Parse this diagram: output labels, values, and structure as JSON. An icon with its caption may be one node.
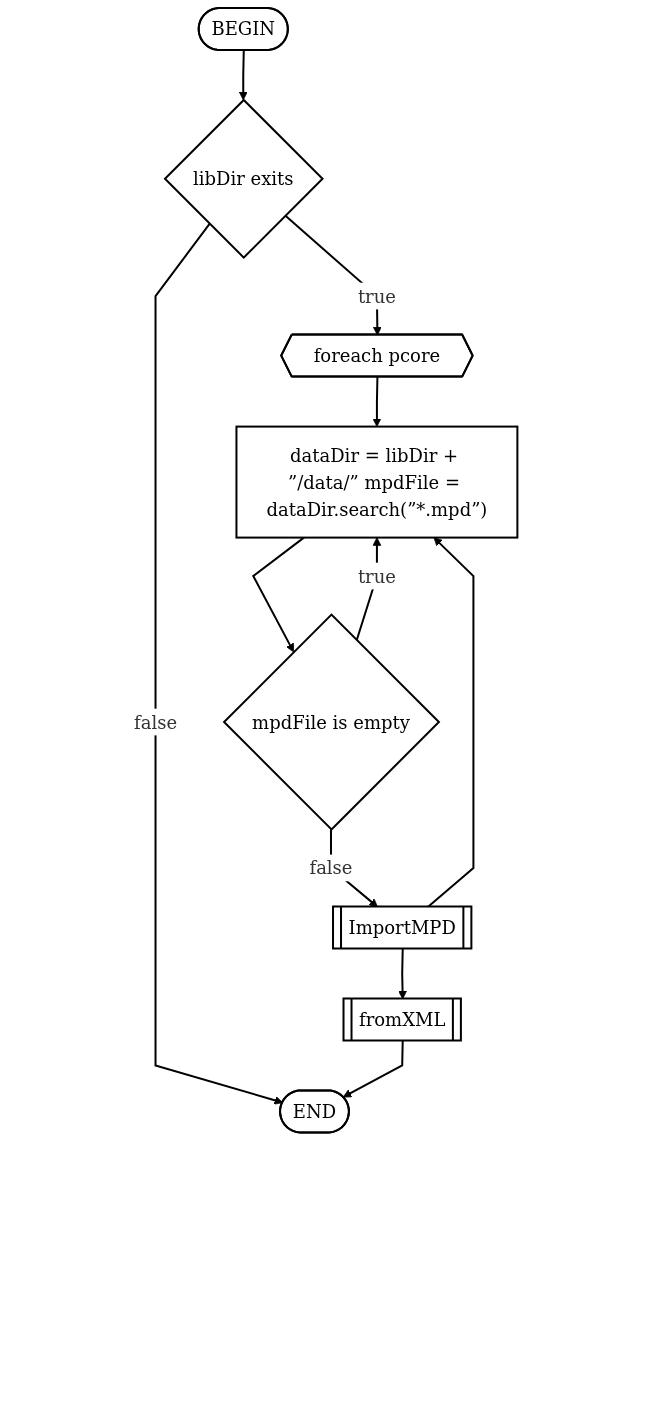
{
  "diagram": {
    "nodes": [
      {
        "text": [
          "BEGIN"
        ]
      },
      {
        "text": [
          "libDir exits"
        ]
      },
      {
        "text": [
          "foreach pcore"
        ]
      },
      {
        "text": [
          "dataDir = libDir + ”/data/” mpdFile = dataDir.search(”*.mpd”)"
        ]
      },
      {
        "text": [
          "mpdFile is empty"
        ]
      },
      {
        "text": [
          "ImportMPD"
        ]
      },
      {
        "text": [
          "fromXML"
        ]
      },
      {
        "text": [
          "END"
        ]
      }
    ],
    "edges": [
      {
        "from": 0,
        "to": 1,
        "arrow": "to"
      },
      {
        "from": 1,
        "to": 7,
        "label": "false",
        "arrow": "to"
      },
      {
        "from": 1,
        "to": 2,
        "label": "true",
        "arrow": "to"
      },
      {
        "from": 2,
        "to": 3,
        "arrow": "to"
      },
      {
        "from": 3,
        "to": 4,
        "arrow": "to"
      },
      {
        "from": 4,
        "to": 3,
        "label": "true",
        "arrow": "to"
      },
      {
        "from": 4,
        "to": 5,
        "label": "false",
        "arrow": "to"
      },
      {
        "from": 5,
        "to": 3,
        "arrow": "to"
      },
      {
        "from": 5,
        "to": 6,
        "arrow": "to"
      },
      {
        "from": 6,
        "to": 7,
        "arrow": "to"
      }
    ]
  }
}
